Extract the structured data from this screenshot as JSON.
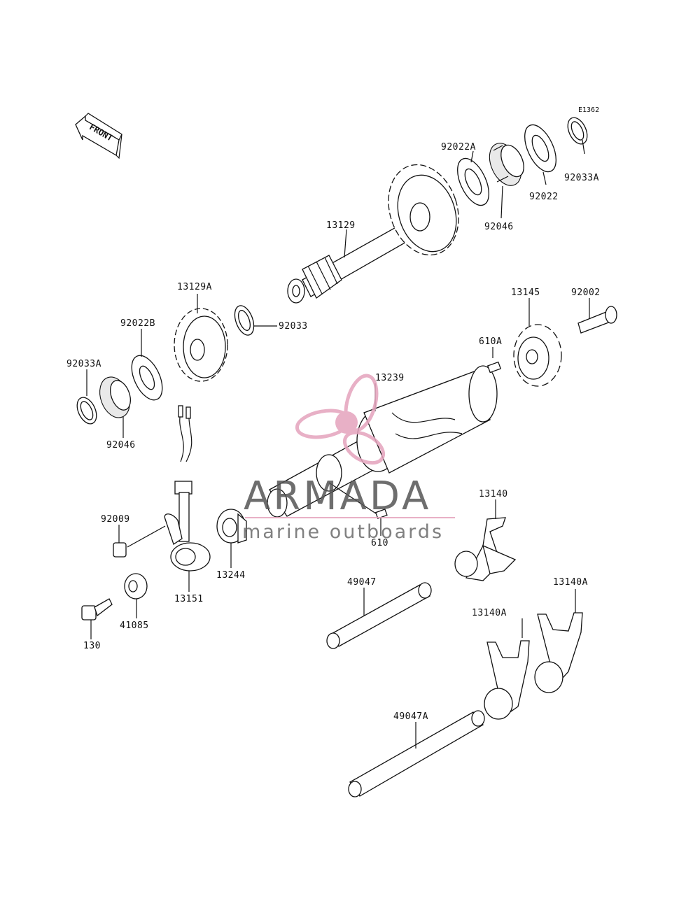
{
  "diagram_code": "E1362",
  "front_label": "FRONT",
  "watermark": {
    "brand": "ARMADA",
    "tagline": "marine outboards",
    "accent_color": "#e4a3bd"
  },
  "parts": {
    "p92033A_top": "92033A",
    "p92022": "92022",
    "p92022A": "92022A",
    "p92046_top": "92046",
    "p13129": "13129",
    "p13129A": "13129A",
    "p92033": "92033",
    "p92022B": "92022B",
    "p92033A_left": "92033A",
    "p92046_left": "92046",
    "p13145": "13145",
    "p92002": "92002",
    "p610A": "610A",
    "p13239": "13239",
    "p610": "610",
    "p13140": "13140",
    "p92009": "92009",
    "p13244": "13244",
    "p13151": "13151",
    "p41085": "41085",
    "p130": "130",
    "p49047": "49047",
    "p13140A_right": "13140A",
    "p13140A_left": "13140A",
    "p49047A": "49047A"
  }
}
